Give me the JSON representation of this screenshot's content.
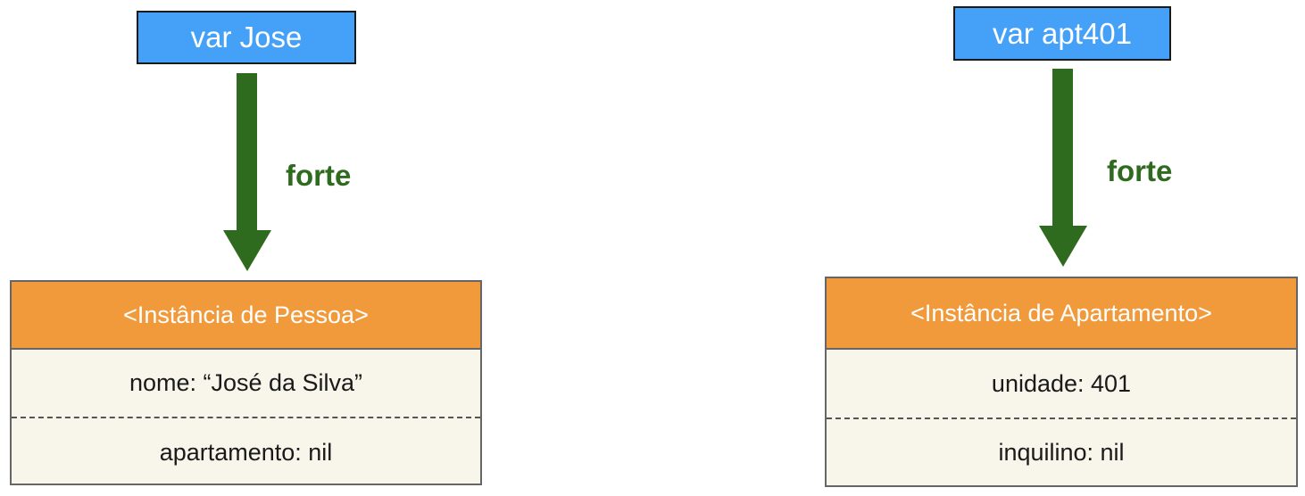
{
  "colors": {
    "variable_fill": "#44a1f7",
    "arrow_green": "#2e6b1f",
    "header_orange": "#f19a3c",
    "body_cream": "#f8f5ea"
  },
  "left": {
    "variable": "var Jose",
    "reference_label": "forte",
    "instance": {
      "title": "<Instância de Pessoa>",
      "properties": [
        "nome: “José da Silva”",
        "apartamento: nil"
      ]
    }
  },
  "right": {
    "variable": "var apt401",
    "reference_label": "forte",
    "instance": {
      "title": "<Instância de Apartamento>",
      "properties": [
        "unidade: 401",
        "inquilino: nil"
      ]
    }
  }
}
